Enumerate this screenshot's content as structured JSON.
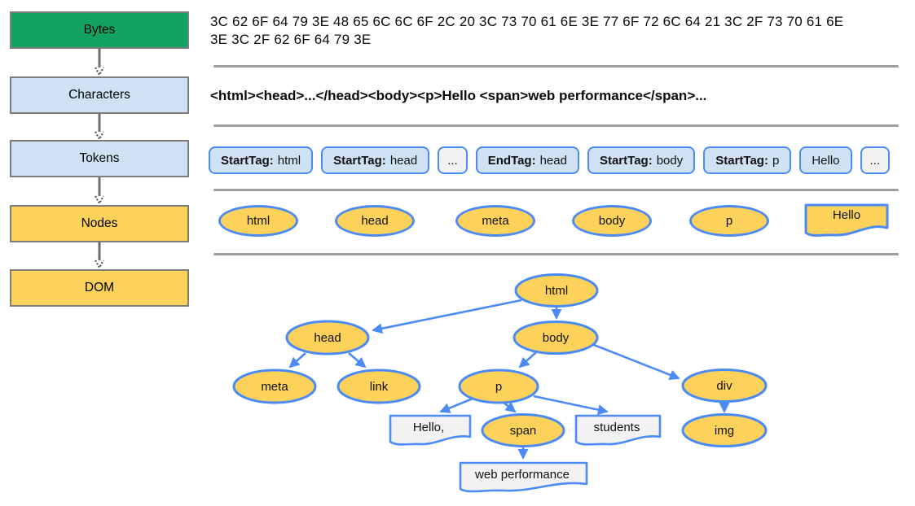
{
  "colors": {
    "stage_green": "#12a262",
    "stage_blue": "#cfe2f3",
    "stage_yellow": "#fcd25b",
    "node_border_blue": "#4c8bf5",
    "textbox_gray": "#f2f2f2",
    "divider_gray": "#9e9e9e",
    "box_border_gray": "#7d7d7d"
  },
  "pipeline": {
    "stages": [
      {
        "label": "Bytes"
      },
      {
        "label": "Characters"
      },
      {
        "label": "Tokens"
      },
      {
        "label": "Nodes"
      },
      {
        "label": "DOM"
      }
    ]
  },
  "bytes_row": {
    "text": "3C 62 6F 64 79 3E 48 65 6C 6C 6F 2C 20 3C 73 70 61 6E 3E 77 6F 72 6C 64 21 3C 2F 73 70 61 6E 3E 3C 2F 62 6F 64 79 3E"
  },
  "characters_row": {
    "text": "<html><head>...</head><body><p>Hello <span>web performance</span>..."
  },
  "tokens_row": {
    "tokens": [
      {
        "prefix": "StartTag:",
        "value": "html",
        "variant": "blue"
      },
      {
        "prefix": "StartTag:",
        "value": "head",
        "variant": "blue"
      },
      {
        "prefix": "",
        "value": "...",
        "variant": "gray"
      },
      {
        "prefix": "EndTag:",
        "value": "head",
        "variant": "blue"
      },
      {
        "prefix": "StartTag:",
        "value": "body",
        "variant": "blue"
      },
      {
        "prefix": "StartTag:",
        "value": "p",
        "variant": "blue"
      },
      {
        "prefix": "",
        "value": "Hello",
        "variant": "blue"
      },
      {
        "prefix": "",
        "value": "...",
        "variant": "gray"
      }
    ]
  },
  "nodes_row": {
    "items": [
      "html",
      "head",
      "meta",
      "body",
      "p"
    ],
    "text_node": "Hello"
  },
  "dom_tree": {
    "labels": {
      "html": "html",
      "head": "head",
      "body": "body",
      "meta": "meta",
      "link": "link",
      "p": "p",
      "div": "div",
      "img": "img",
      "span": "span",
      "hello": "Hello,",
      "students": "students",
      "webperf": "web performance"
    },
    "edges": [
      "html->head",
      "html->body",
      "head->meta",
      "head->link",
      "body->p",
      "body->div",
      "p->Hello,",
      "p->span",
      "p->students",
      "span->web performance",
      "div->img"
    ]
  }
}
